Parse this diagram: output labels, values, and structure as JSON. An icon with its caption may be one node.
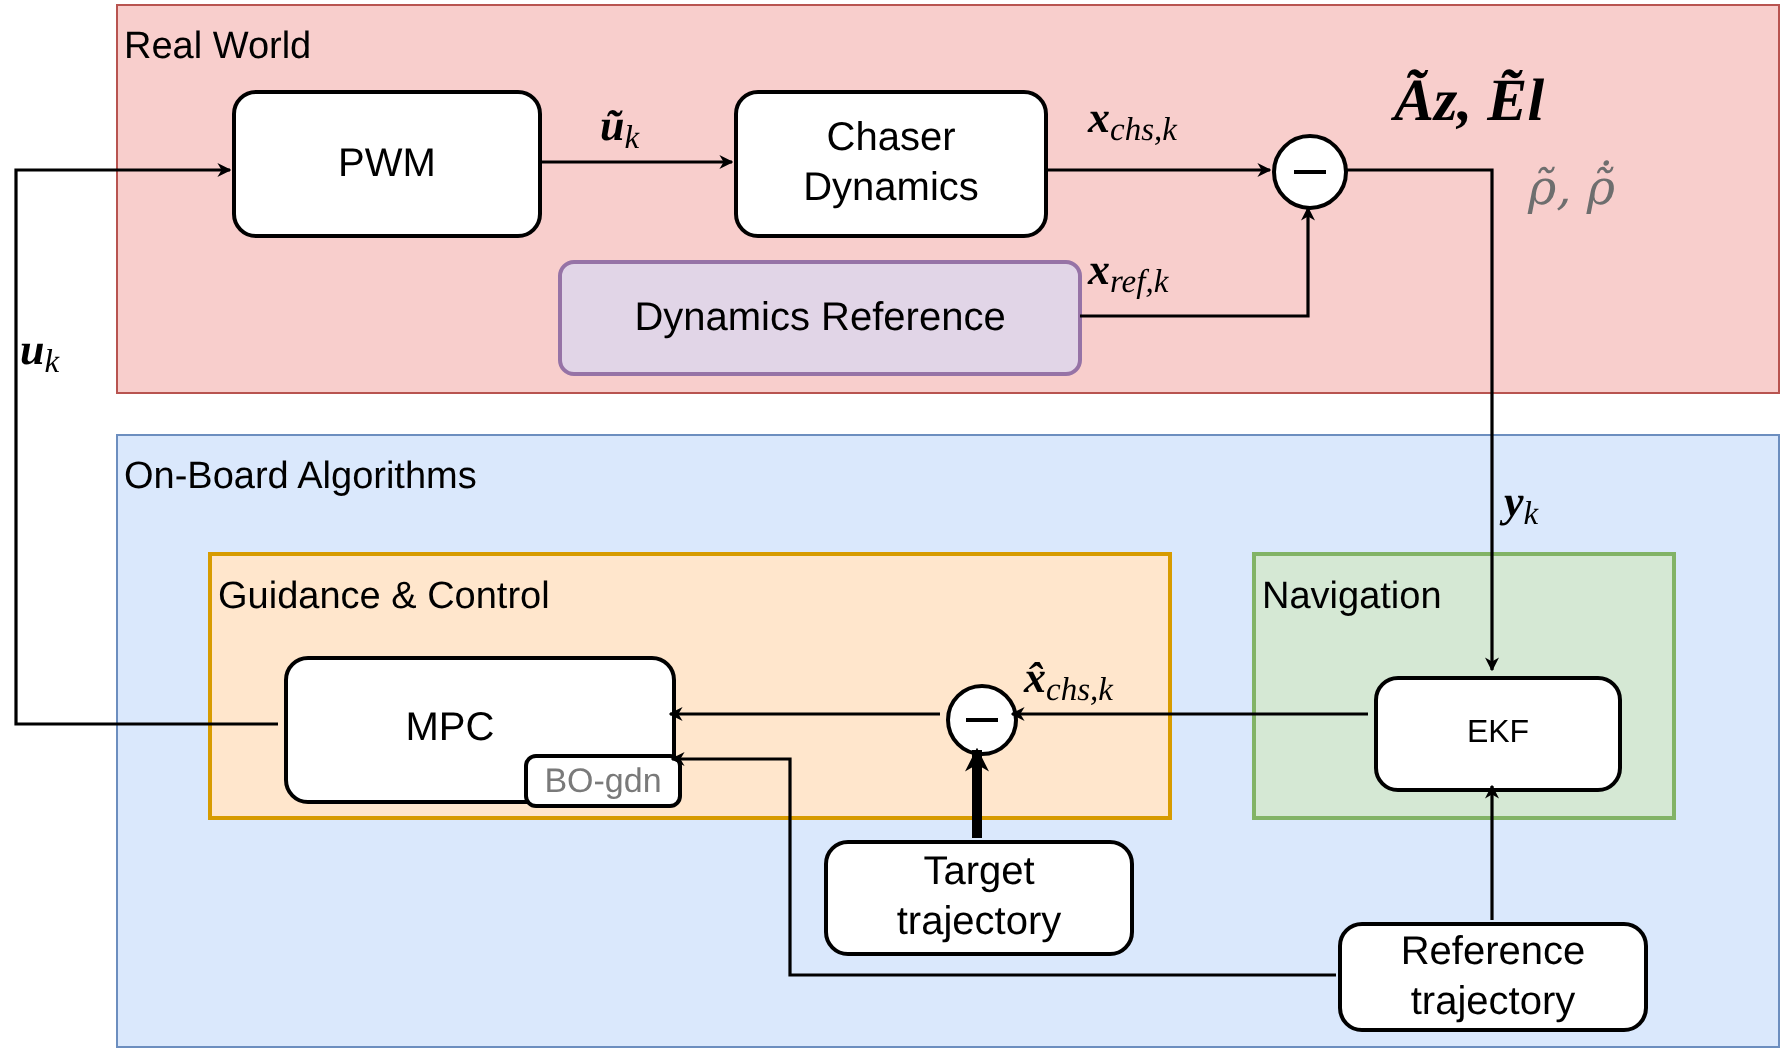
{
  "diagram": {
    "nodes": [
      {
        "text": [
          "Real World"
        ]
      },
      {
        "text": [
          "PWM"
        ],
        "in": 0
      },
      {
        "text": [
          "Chaser Dynamics"
        ],
        "in": 0
      },
      {
        "text": [],
        "shape": "circle",
        "in": 0
      },
      {
        "text": [
          "Dynamics Reference"
        ],
        "in": 0
      },
      {
        "text": [
          "On-Board Algorithms"
        ]
      },
      {
        "text": [
          "Guidance & Control"
        ],
        "in": 5
      },
      {
        "text": [
          "MPC"
        ],
        "in": 6
      },
      {
        "text": [
          "BO-gdn"
        ],
        "in": 7
      },
      {
        "text": [],
        "shape": "circle",
        "in": 6
      },
      {
        "text": [
          "Navigation"
        ],
        "in": 5
      },
      {
        "text": [
          "EKF"
        ],
        "in": 10
      },
      {
        "text": [
          "Target trajectory"
        ],
        "in": 5
      },
      {
        "text": [
          "Reference trajectory"
        ],
        "in": 5
      }
    ],
    "edges": [
      {
        "from": 7,
        "to": 1,
        "arrow": "to",
        "label": "**u**$_{k}$"
      },
      {
        "from": 1,
        "to": 2,
        "arrow": "to",
        "label": "**ũ**$_{k}$"
      },
      {
        "from": 2,
        "to": 3,
        "arrow": "to",
        "label": "**x**$_{chs,k}$"
      },
      {
        "from": 4,
        "to": 3,
        "arrow": "to",
        "label": "**x**$_{ref,k}$"
      },
      {
        "from": 3,
        "to": 11,
        "arrow": "to",
        "label": "**y**$_{k}$"
      },
      {
        "from": 11,
        "to": 9,
        "arrow": "to",
        "label": "**x̂**$_{chs,k}$"
      },
      {
        "from": 9,
        "to": 7,
        "arrow": "to"
      },
      {
        "from": 12,
        "to": 9,
        "arrow": "to",
        "style": "thick"
      },
      {
        "from": 13,
        "to": 8,
        "arrow": "to"
      },
      {
        "from": 13,
        "to": 11,
        "arrow": "to"
      }
    ],
    "labels": [
      "Ãz, Ẽl",
      "ρ̃, ρ̃̇"
    ]
  }
}
